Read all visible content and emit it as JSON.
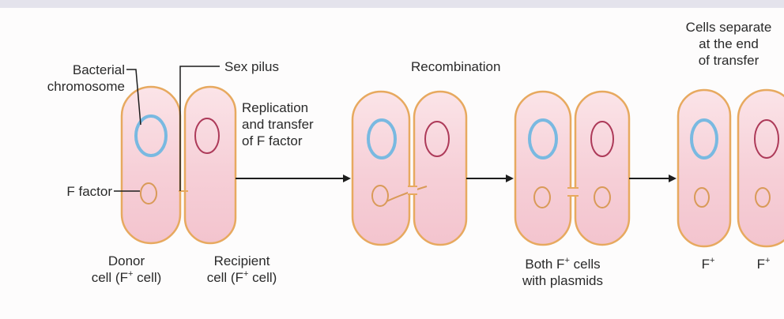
{
  "colors": {
    "cell_fill": "#f6cfd7",
    "cell_outline": "#e7a95f",
    "chromosome_donor": "#79b9e1",
    "chromosome_recipient": "#ad3a59",
    "f_factor": "#d99a58",
    "arrow": "#1d1d1d",
    "background": "#fdfcfc"
  },
  "labels": {
    "bacterial_chromosome": [
      "Bacterial",
      "chromosome"
    ],
    "sex_pilus": "Sex pilus",
    "f_factor": "F factor",
    "replication": [
      "Replication",
      "and transfer",
      "of F factor"
    ],
    "recombination": "Recombination",
    "cells_separate": [
      "Cells separate",
      "at the end",
      "of transfer"
    ],
    "donor": {
      "line1": "Donor",
      "line2_prefix": "cell (F",
      "sup": "+",
      "line2_suffix": " cell)"
    },
    "recipient": {
      "line1": "Recipient",
      "line2_prefix": "cell (F",
      "sup": "+",
      "line2_suffix": " cell)"
    },
    "both": {
      "line1_prefix": "Both F",
      "sup": "+",
      "line1_suffix": " cells",
      "line2": "with plasmids"
    },
    "final_left": {
      "text": "F",
      "sup": "+"
    },
    "final_right": {
      "text": "F",
      "sup": "+"
    }
  }
}
